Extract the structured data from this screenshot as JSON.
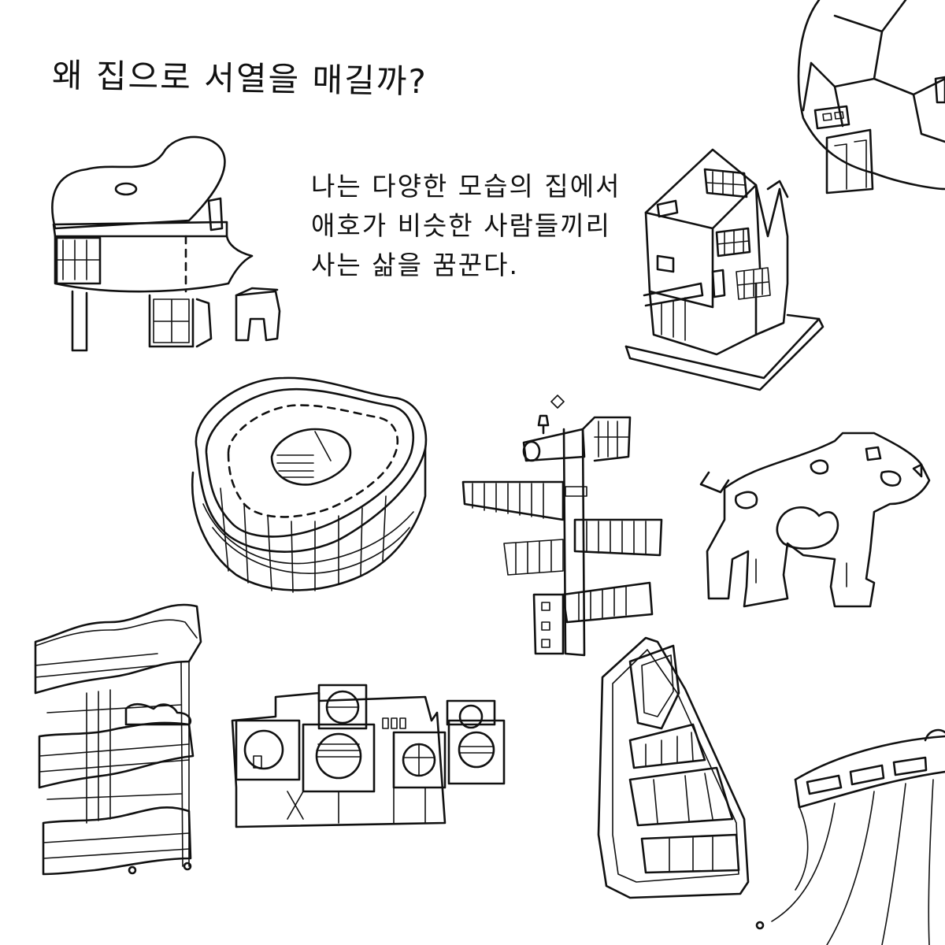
{
  "page": {
    "title": "왜 집으로 서열을 매길까?",
    "body_lines": [
      "나는 다양한 모습의 집에서",
      "애호가 비슷한 사람들끼리",
      "사는 삶을 꿈꾼다."
    ]
  },
  "illustrations": [
    {
      "name": "piano-house-drawing"
    },
    {
      "name": "soccer-ball-house-drawing"
    },
    {
      "name": "tilted-box-house-drawing"
    },
    {
      "name": "stadium-house-drawing"
    },
    {
      "name": "tree-tower-house-drawing"
    },
    {
      "name": "dog-house-drawing"
    },
    {
      "name": "wave-balcony-house-drawing"
    },
    {
      "name": "block-apartment-drawing"
    },
    {
      "name": "slanted-slab-house-drawing"
    },
    {
      "name": "tent-house-drawing"
    }
  ],
  "colors": {
    "ink": "#111111",
    "paper": "#ffffff"
  }
}
